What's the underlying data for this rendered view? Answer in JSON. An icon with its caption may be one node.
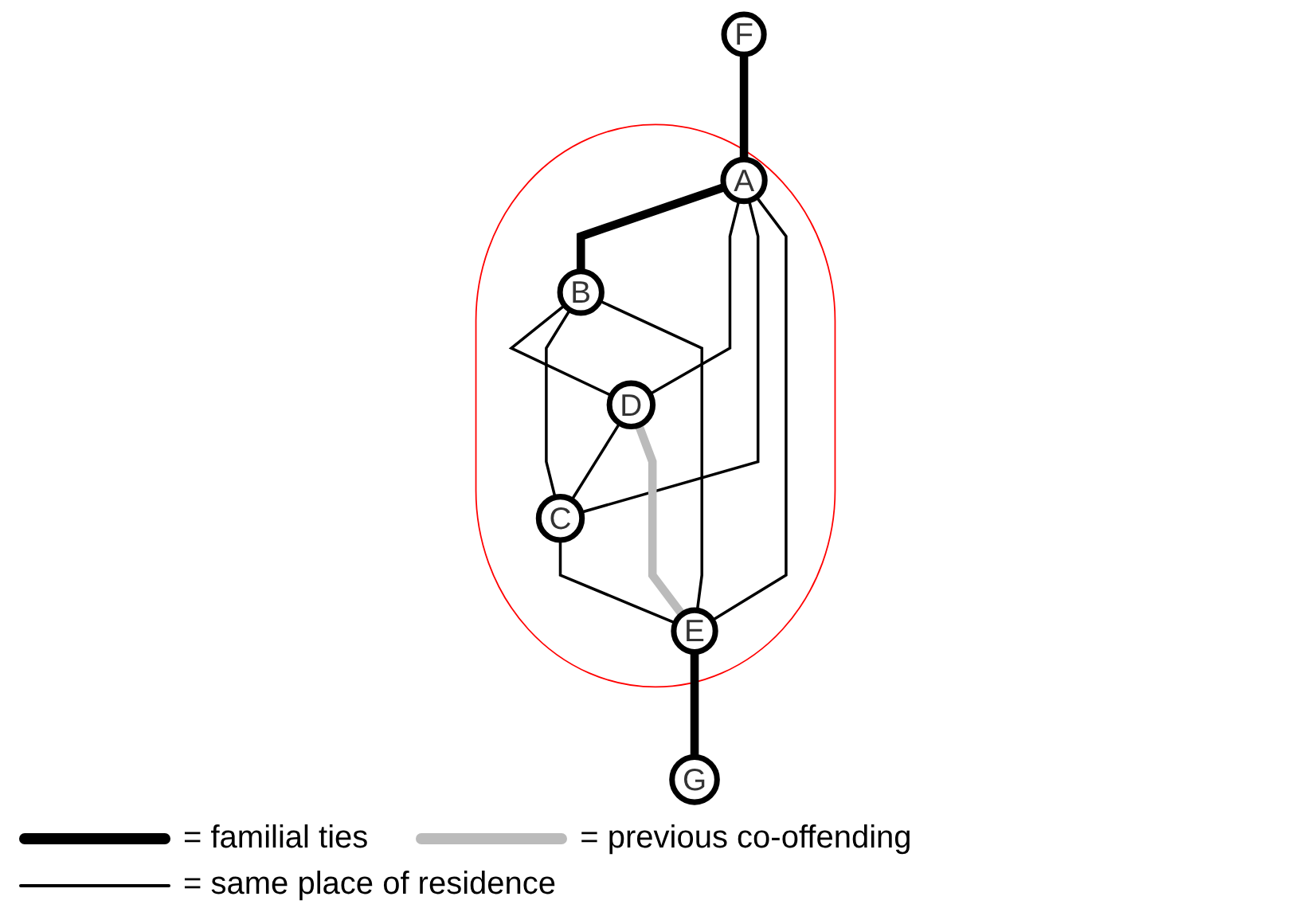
{
  "diagram": {
    "nodes": [
      {
        "text": [],
        "shape": "ellipse"
      },
      {
        "text": [
          "F"
        ]
      },
      {
        "text": [
          "D"
        ],
        "in": 0
      },
      {
        "text": [
          "A"
        ],
        "in": 0
      },
      {
        "text": [
          "C"
        ],
        "in": 0
      },
      {
        "text": [
          "B"
        ],
        "in": 0
      },
      {
        "text": [
          "E"
        ],
        "in": 0
      },
      {
        "text": [
          "G"
        ]
      }
    ],
    "edges": [
      {
        "from": 1,
        "to": 3,
        "arrow": "none",
        "style": "thick"
      },
      {
        "from": 3,
        "to": 5,
        "arrow": "none",
        "style": "thick"
      },
      {
        "from": 3,
        "to": 2,
        "arrow": "none"
      },
      {
        "from": 3,
        "to": 4,
        "arrow": "none"
      },
      {
        "from": 5,
        "to": 2,
        "arrow": "none"
      },
      {
        "from": 5,
        "to": 4,
        "arrow": "none"
      },
      {
        "from": 2,
        "to": 4,
        "arrow": "none"
      },
      {
        "from": 2,
        "to": 6,
        "arrow": "none",
        "style": "thick",
        "color": "#bbbbbb"
      },
      {
        "from": 3,
        "to": 6,
        "arrow": "none"
      },
      {
        "from": 5,
        "to": 6,
        "arrow": "none"
      },
      {
        "from": 4,
        "to": 6,
        "arrow": "none"
      },
      {
        "from": 6,
        "to": 7,
        "arrow": "none",
        "style": "thick"
      }
    ],
    "legend": [
      {
        "text": "= familial ties"
      },
      {
        "text": "= previous co-offending"
      },
      {
        "text": "= same place of residence"
      }
    ]
  }
}
